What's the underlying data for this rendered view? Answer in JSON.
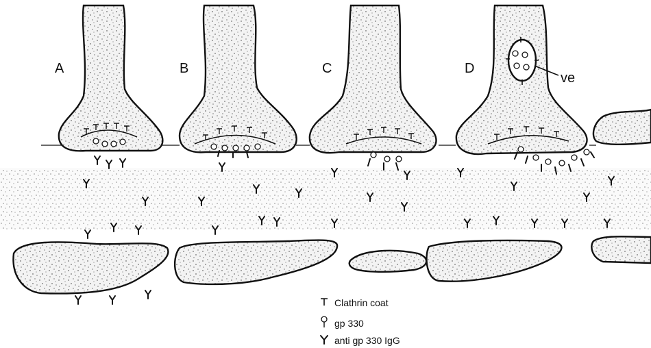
{
  "panels": [
    "A",
    "B",
    "C",
    "D"
  ],
  "vesicle_label": "ve",
  "legend": [
    {
      "symbol": "T",
      "text": "Clathrin coat"
    },
    {
      "symbol": "receptor",
      "text": "gp 330"
    },
    {
      "symbol": "Y",
      "text": "anti gp 330 IgG"
    }
  ]
}
